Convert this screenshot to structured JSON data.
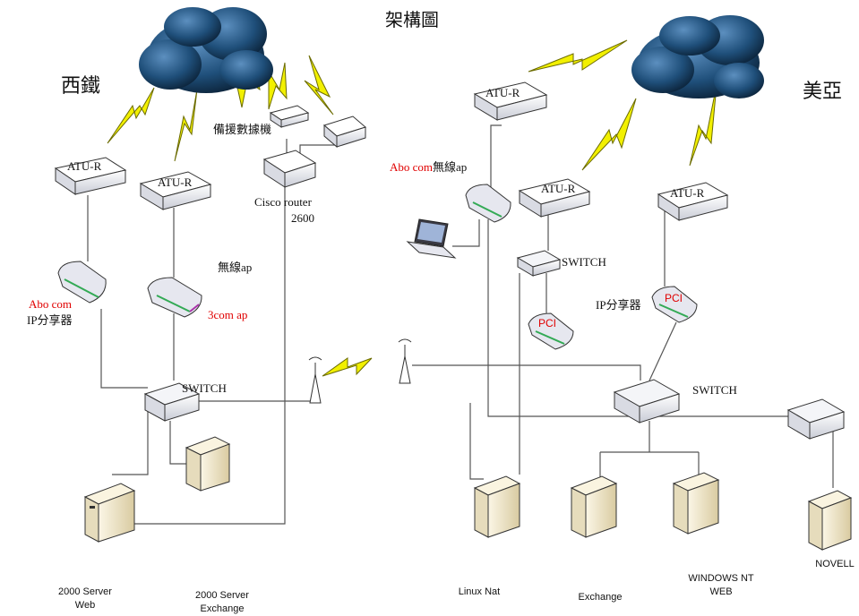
{
  "title": "架構圖",
  "sites": {
    "left": "西鐵",
    "right": "美亞"
  },
  "labels": {
    "atu_r": "ATU-R",
    "backup_modem": "備援數據機",
    "cisco_router_line1": "Cisco  router",
    "cisco_router_line2": "2600",
    "wireless_ap": "無線ap",
    "abocom_left_red": "Abo com",
    "ip_sharer": "IP分享器",
    "threecom_ap": "3com ap",
    "switch": "SWITCH",
    "abocom_wireless_red": "Abo com",
    "abocom_wireless_black": "無線ap",
    "pci": "PCI",
    "ip_sharer_right": "IP分享器"
  },
  "servers": [
    {
      "line1": "2000 Server",
      "line2": "Web"
    },
    {
      "line1": "2000 Server",
      "line2": "Exchange"
    },
    {
      "line1": "Linux Nat",
      "line2": ""
    },
    {
      "line1": "Exchange",
      "line2": ""
    },
    {
      "line1": "WINDOWS  NT",
      "line2": "WEB"
    },
    {
      "line1": "NOVELL",
      "line2": ""
    }
  ],
  "colors": {
    "cloud": "#1f4f7a",
    "lightning": "#f2f000",
    "lightning_outline": "#6b6b00",
    "device": "#e9eaf0",
    "server": "#f0e6c8",
    "line": "#555555",
    "red_text": "#e00000"
  }
}
